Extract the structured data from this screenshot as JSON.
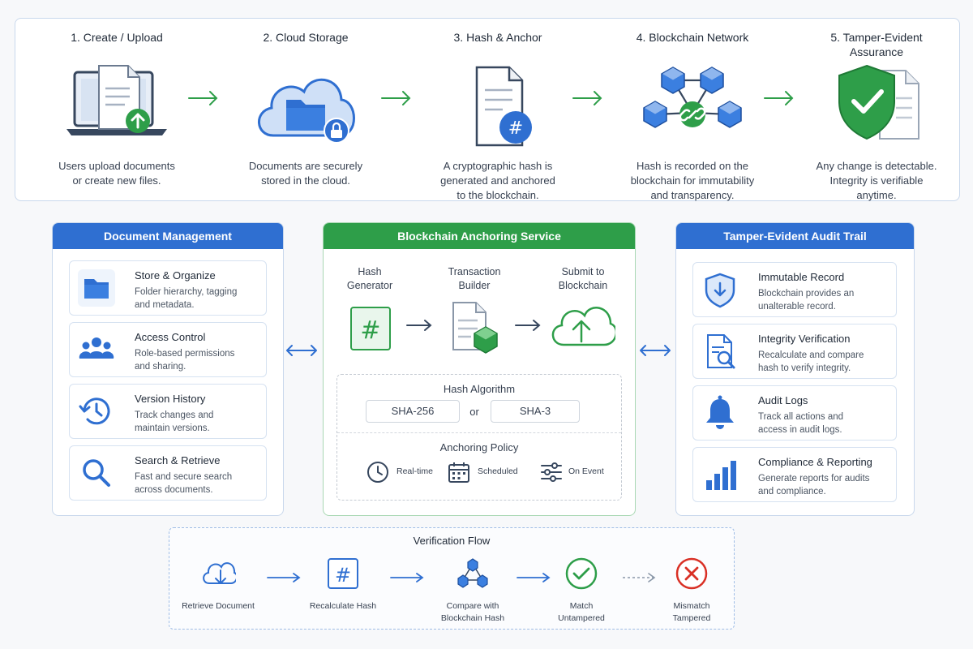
{
  "pipeline": {
    "steps": [
      {
        "title": "1. Create / Upload",
        "desc_line1": "Users upload documents",
        "desc_line2": "or create new files.",
        "desc_line3": ""
      },
      {
        "title": "2. Cloud Storage",
        "desc_line1": "Documents are securely",
        "desc_line2": "stored in the cloud.",
        "desc_line3": ""
      },
      {
        "title": "3. Hash & Anchor",
        "desc_line1": "A cryptographic hash is",
        "desc_line2": "generated and anchored",
        "desc_line3": "to the blockchain."
      },
      {
        "title": "4. Blockchain Network",
        "desc_line1": "Hash is recorded on the",
        "desc_line2": "blockchain for immutability",
        "desc_line3": "and transparency."
      },
      {
        "title_line1": "5. Tamper-Evident",
        "title_line2": "Assurance",
        "desc_line1": "Any change is detectable.",
        "desc_line2": "Integrity is verifiable",
        "desc_line3": "anytime."
      }
    ]
  },
  "doc_mgmt": {
    "title": "Document Management",
    "cards": [
      {
        "title": "Store & Organize",
        "desc1": "Folder hierarchy, tagging",
        "desc2": "and metadata."
      },
      {
        "title": "Access Control",
        "desc1": "Role-based permissions",
        "desc2": "and sharing."
      },
      {
        "title": "Version History",
        "desc1": "Track changes and",
        "desc2": "maintain versions."
      },
      {
        "title": "Search & Retrieve",
        "desc1": "Fast and secure search",
        "desc2": "across documents."
      }
    ]
  },
  "anchoring": {
    "title": "Blockchain Anchoring Service",
    "stages": [
      {
        "line1": "Hash",
        "line2": "Generator"
      },
      {
        "line1": "Transaction",
        "line2": "Builder"
      },
      {
        "line1": "Submit to",
        "line2": "Blockchain"
      }
    ],
    "algorithm_title": "Hash Algorithm",
    "algo_a": "SHA-256",
    "algo_or": "or",
    "algo_b": "SHA-3",
    "policy_title": "Anchoring Policy",
    "policies": [
      "Real-time",
      "Scheduled",
      "On Event"
    ]
  },
  "audit": {
    "title": "Tamper-Evident Audit Trail",
    "cards": [
      {
        "title": "Immutable Record",
        "desc1": "Blockchain provides an",
        "desc2": "unalterable record."
      },
      {
        "title": "Integrity Verification",
        "desc1": "Recalculate and compare",
        "desc2": "hash to verify integrity."
      },
      {
        "title": "Audit Logs",
        "desc1": "Track all actions and",
        "desc2": "access in audit logs."
      },
      {
        "title": "Compliance & Reporting",
        "desc1": "Generate reports for audits",
        "desc2": "and compliance."
      }
    ]
  },
  "verification": {
    "title": "Verification Flow",
    "steps": [
      {
        "line1": "Retrieve Document",
        "line2": ""
      },
      {
        "line1": "Recalculate Hash",
        "line2": ""
      },
      {
        "line1": "Compare with",
        "line2": "Blockchain Hash"
      },
      {
        "line1": "Match",
        "line2": "Untampered"
      },
      {
        "line1": "Mismatch",
        "line2": "Tampered"
      }
    ]
  },
  "colors": {
    "blue": "#2f6fd1",
    "green": "#2e9e49",
    "red": "#d93025",
    "light_blue": "#cfe0f7"
  }
}
